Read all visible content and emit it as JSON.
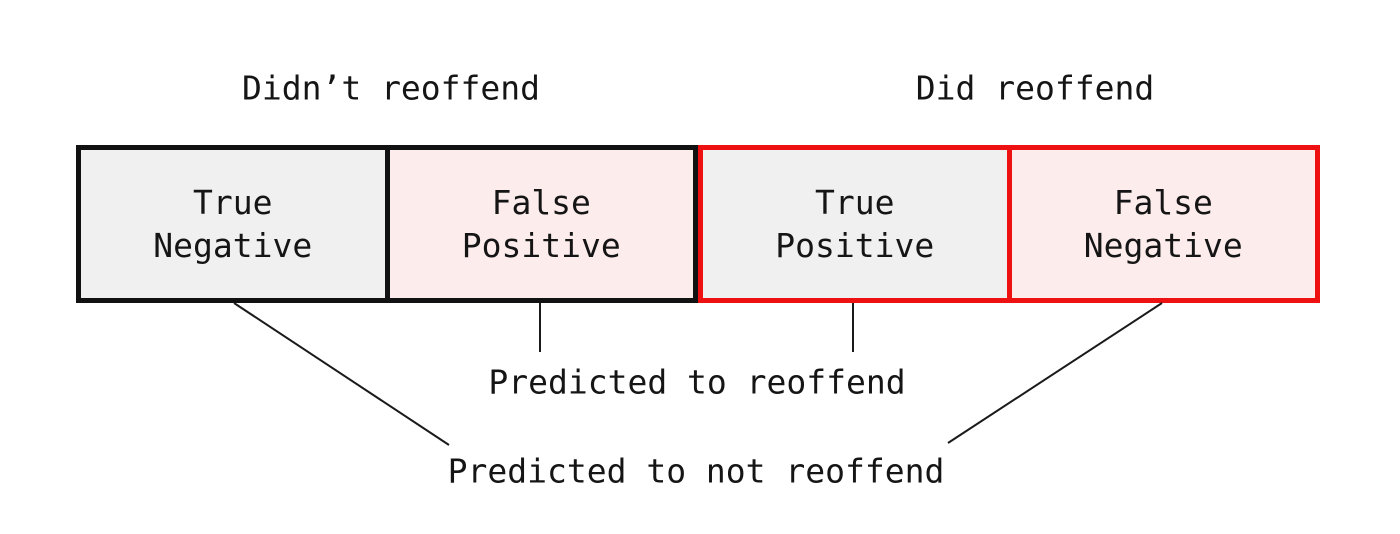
{
  "colors": {
    "background": "#ffffff",
    "black_border": "#111111",
    "red_border": "#ee1111",
    "gray_fill": "#f0f0f0",
    "pink_fill": "#fcecec",
    "text": "#151515",
    "line": "#1a1a1a"
  },
  "outcome_labels": {
    "didnt_reoffend": "Didn’t reoffend",
    "did_reoffend": "Did reoffend"
  },
  "cells": {
    "true_negative": {
      "line1": "True",
      "line2": "Negative"
    },
    "false_positive": {
      "line1": "False",
      "line2": "Positive"
    },
    "true_positive": {
      "line1": "True",
      "line2": "Positive"
    },
    "false_negative": {
      "line1": "False",
      "line2": "Negative"
    }
  },
  "prediction_labels": {
    "reoffend": "Predicted to reoffend",
    "not_reoffend": "Predicted to not reoffend"
  }
}
